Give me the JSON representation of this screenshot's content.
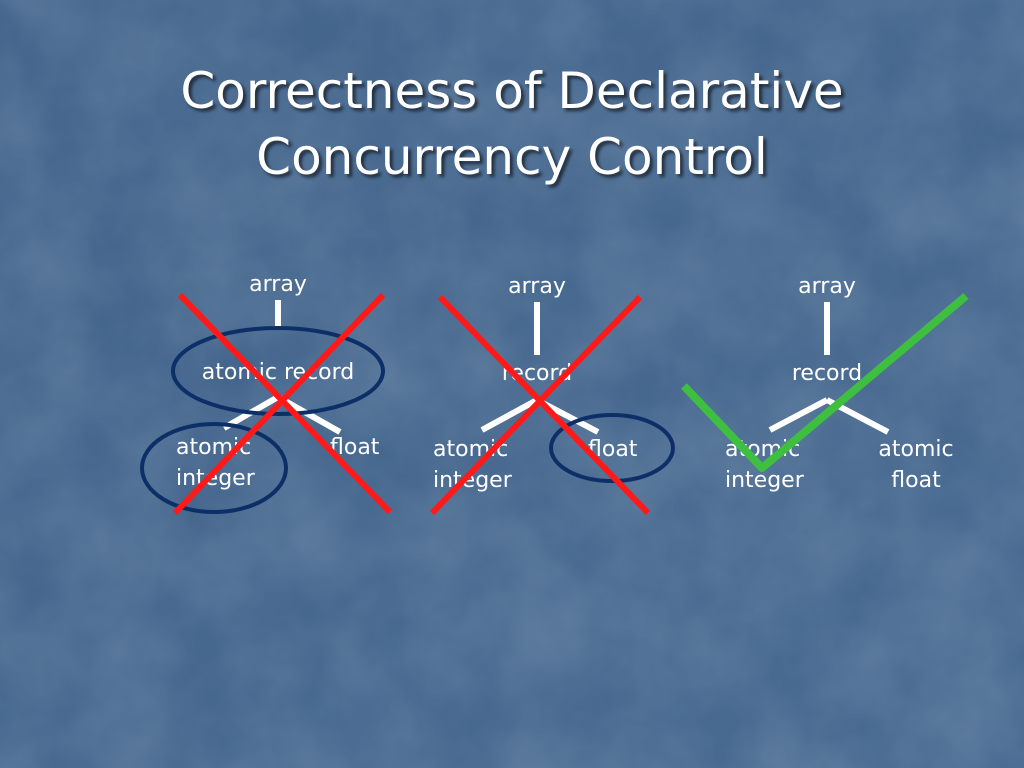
{
  "title": {
    "line1": "Correctness of Declarative",
    "line2": "Concurrency Control"
  },
  "colors": {
    "background": "#4d6f95",
    "title_text": "#ffffff",
    "labels": "#ffffff",
    "tree_lines": "#ffffff",
    "circles": "#0c2f68",
    "cross_mark": "#ff1a1a",
    "check_mark": "#3fbf3f"
  },
  "trees": [
    {
      "root": "array",
      "middle": "atomic record",
      "left_leaf": [
        "atomic",
        "integer"
      ],
      "right_leaf": [
        "float"
      ],
      "circled": [
        "middle",
        "left_leaf"
      ],
      "mark": "cross"
    },
    {
      "root": "array",
      "middle": "record",
      "left_leaf": [
        "atomic",
        "integer"
      ],
      "right_leaf": [
        "float"
      ],
      "circled": [
        "right_leaf"
      ],
      "mark": "cross"
    },
    {
      "root": "array",
      "middle": "record",
      "left_leaf": [
        "atomic",
        "integer"
      ],
      "right_leaf": [
        "atomic",
        "float"
      ],
      "circled": [],
      "mark": "check"
    }
  ]
}
